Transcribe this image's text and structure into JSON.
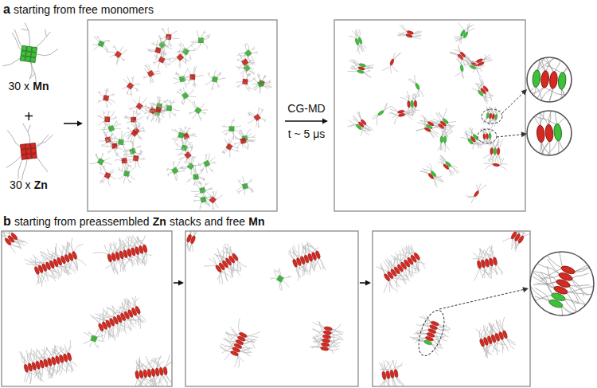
{
  "diagram": {
    "labels": [
      "a",
      "starting from free monomers",
      "30 x",
      "Mn",
      "+",
      "30 x",
      "Zn",
      "CG-MD",
      "t ~ 5 μs",
      "b",
      "starting from preassembled",
      "Zn",
      "stacks and free",
      "Mn"
    ]
  }
}
